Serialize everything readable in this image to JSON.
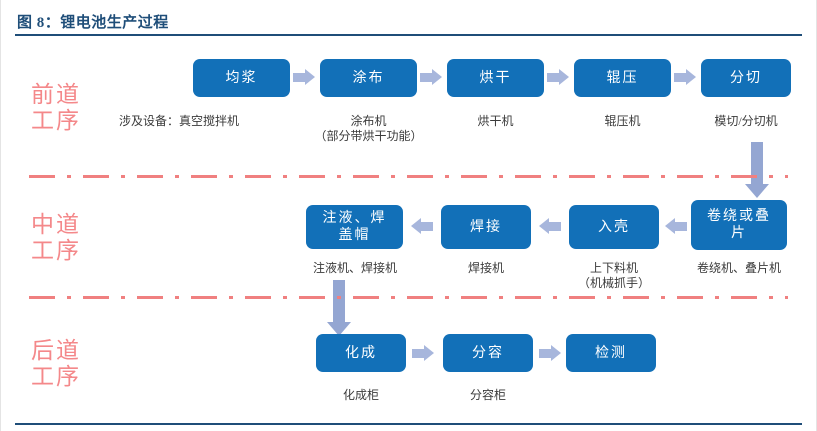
{
  "figure": {
    "title": "图 8：锂电池生产过程"
  },
  "stages": [
    {
      "label": "前道\n工序"
    },
    {
      "label": "中道\n工序"
    },
    {
      "label": "后道\n工序"
    }
  ],
  "equipment_prefix": "涉及设备：真空搅拌机",
  "rows": {
    "front": {
      "nodes": [
        {
          "name": "均浆",
          "caption": ""
        },
        {
          "name": "涂布",
          "caption": "涂布机\n（部分带烘干功能）"
        },
        {
          "name": "烘干",
          "caption": "烘干机"
        },
        {
          "name": "辊压",
          "caption": "辊压机"
        },
        {
          "name": "分切",
          "caption": "模切/分切机"
        }
      ]
    },
    "middle": {
      "nodes": [
        {
          "name": "注液、焊\n盖帽",
          "caption": "注液机、焊接机"
        },
        {
          "name": "焊接",
          "caption": "焊接机"
        },
        {
          "name": "入壳",
          "caption": "上下料机\n（机械抓手）"
        },
        {
          "name": "卷绕或叠\n片",
          "caption": "卷绕机、叠片机"
        }
      ]
    },
    "back": {
      "nodes": [
        {
          "name": "化成",
          "caption": "化成柜"
        },
        {
          "name": "分容",
          "caption": "分容柜"
        },
        {
          "name": "检测",
          "caption": ""
        }
      ]
    }
  },
  "colors": {
    "node_blue": "#1270B8",
    "arrow_blue": "#A7B6DC",
    "stage_pink": "#F4888A",
    "divider_pink": "#F08080",
    "title_blue": "#1F4E79"
  }
}
